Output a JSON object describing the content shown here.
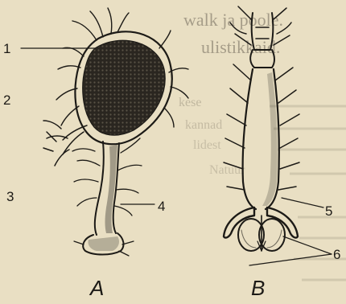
{
  "figure": {
    "panel_labels": {
      "left": "A",
      "right": "B"
    },
    "callouts": [
      "1",
      "2",
      "3",
      "4",
      "5",
      "6"
    ],
    "bleed_through_text": [
      "walk ja poole.",
      "ulistikkaid.",
      "kese",
      "kannad",
      "lidest",
      "Natuur"
    ]
  },
  "colors": {
    "paper": "#e9dfc3",
    "ink": "#1c1a16",
    "eye": "#2a2620",
    "bleed": "#6f6758"
  }
}
